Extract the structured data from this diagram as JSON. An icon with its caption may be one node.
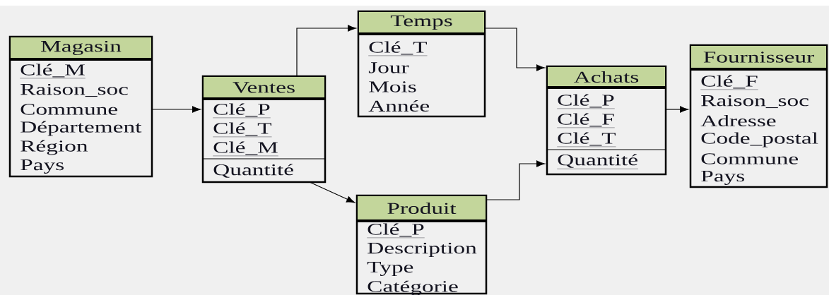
{
  "diagram": {
    "nodes": [
      {
        "text": [
          "Magasin",
          "Clé_M",
          "Raison_soc",
          "Commune",
          "Département",
          "Région",
          "Pays"
        ]
      },
      {
        "text": [
          "Temps",
          "Clé_T",
          "Jour",
          "Mois",
          "Année"
        ]
      },
      {
        "text": [
          "Ventes",
          "Clé_P",
          "Clé_T",
          "Clé_M",
          "Quantité"
        ]
      },
      {
        "text": [
          "Produit",
          "Clé_P",
          "Description",
          "Type",
          "Catégorie"
        ]
      },
      {
        "text": [
          "Achats",
          "Clé_P",
          "Clé_F",
          "Clé_T",
          "Quantité"
        ]
      },
      {
        "text": [
          "Fournisseur",
          "Clé_F",
          "Raison_soc",
          "Adresse",
          "Code_postal",
          "Commune",
          "Pays"
        ]
      }
    ],
    "edges": [
      {
        "from": 0,
        "to": 2,
        "arrow": "to"
      },
      {
        "from": 2,
        "to": 1,
        "arrow": "to"
      },
      {
        "from": 2,
        "to": 3,
        "arrow": "to"
      },
      {
        "from": 1,
        "to": 4,
        "arrow": "to"
      },
      {
        "from": 3,
        "to": 4,
        "arrow": "to"
      },
      {
        "from": 4,
        "to": 5,
        "arrow": "to"
      }
    ]
  }
}
